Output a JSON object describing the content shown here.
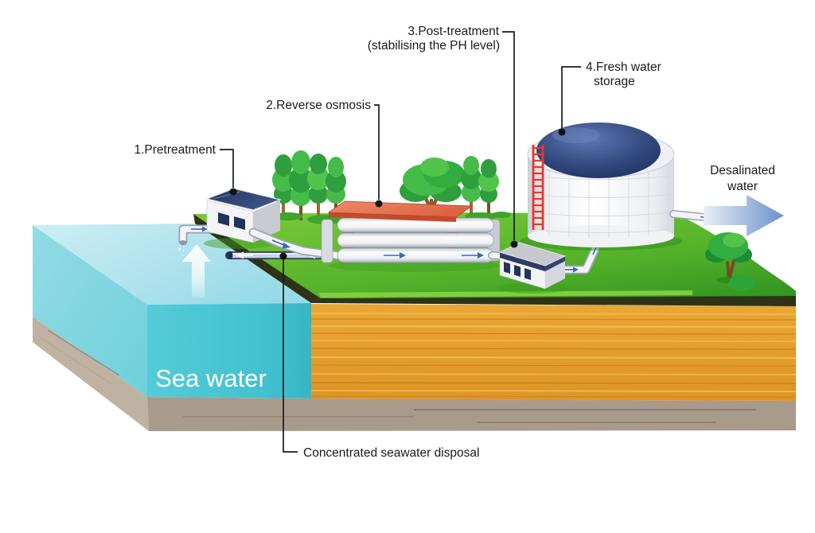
{
  "diagram": {
    "subject": "seawater desalination process",
    "steps": [
      {
        "label": "1.Pretreatment"
      },
      {
        "label": "2.Reverse osmosis"
      },
      {
        "label": "3.Post-treatment",
        "sublabel": "(stabilising the PH level)"
      },
      {
        "label": "4.Fresh water",
        "sublabel": "storage"
      }
    ],
    "flows": {
      "input": "Sea water",
      "output": [
        "Desalinated",
        "water"
      ],
      "waste": "Concentrated seawater disposal"
    },
    "colors": {
      "sea_top": "#b7e6f0",
      "sea_side": "#7fd4df",
      "sea_front": "#45c3d2",
      "sand_base": "#a99b8c",
      "grass": "#5eb92e",
      "soil": "#e29b2c",
      "soil_edge": "#2e3317",
      "ro_roof": "#e06a4a",
      "building_roof": "#2c3c66",
      "tank_dome": "#2c406f",
      "ladder": "#e63b2a",
      "pipe": "#f2f4f7",
      "flow_arrow": "#3a68b8",
      "output_arrow": "#6a91c9",
      "label_text": "#1a1a1a"
    }
  }
}
